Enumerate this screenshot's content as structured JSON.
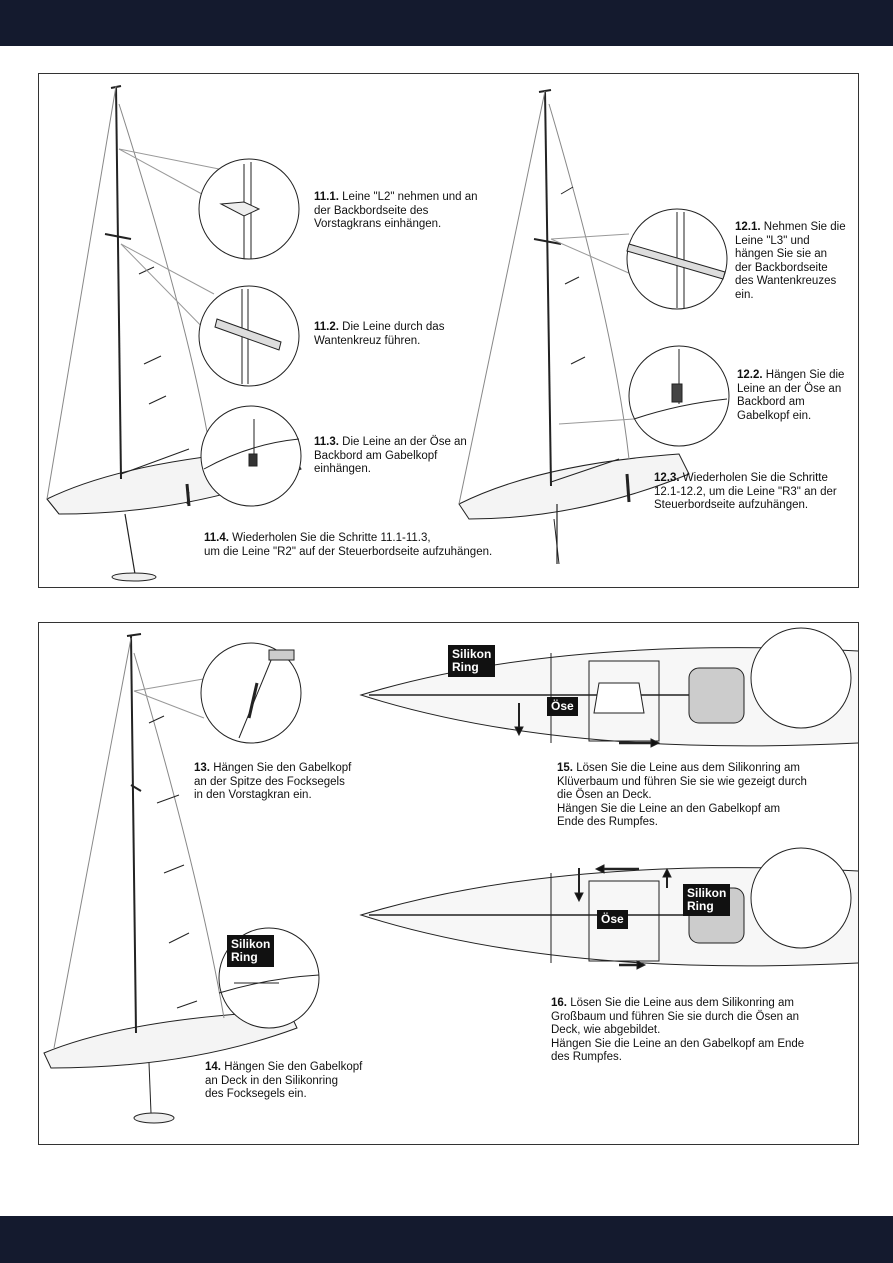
{
  "steps": {
    "s11_1": {
      "num": "11.1.",
      "text": "Leine \"L2\" nehmen und an\nder Backbordseite des\nVorstagkrans einhängen."
    },
    "s11_2": {
      "num": "11.2.",
      "text": "Die Leine durch das\nWantenkreuz führen."
    },
    "s11_3": {
      "num": "11.3.",
      "text": "Die Leine an der Öse an\nBackbord am Gabelkopf\neinhängen."
    },
    "s11_4": {
      "num": "11.4.",
      "text": "Wiederholen Sie die Schritte 11.1-11.3,\num die Leine \"R2\" auf der Steuerbordseite aufzuhängen."
    },
    "s12_1": {
      "num": "12.1.",
      "text": "Nehmen Sie die\nLeine \"L3\" und\nhängen Sie sie an\nder Backbordseite\ndes Wantenkreuzes\nein."
    },
    "s12_2": {
      "num": "12.2.",
      "text": "Hängen Sie die\nLeine an der Öse an\nBackbord am\nGabelkopf ein."
    },
    "s12_3": {
      "num": "12.3.",
      "text": "Wiederholen Sie die Schritte\n12.1-12.2, um die Leine \"R3\" an der\nSteuerbordseite aufzuhängen."
    },
    "s13": {
      "num": "13.",
      "text": "Hängen Sie den Gabelkopf\nan der Spitze des Focksegels\n in den Vorstagkran ein."
    },
    "s14": {
      "num": "14.",
      "text": "Hängen Sie den Gabelkopf\nan Deck in den Silikonring\ndes Focksegels ein."
    },
    "s15": {
      "num": "15.",
      "text": "Lösen Sie die Leine aus dem Silikonring am\nKlüverbaum und führen Sie sie wie gezeigt durch\ndie Ösen an Deck.\nHängen Sie die Leine an den Gabelkopf am\nEnde des Rumpfes."
    },
    "s16": {
      "num": "16.",
      "text": "Lösen Sie die Leine aus dem Silikonring am\nGroßbaum und führen Sie sie durch die Ösen an\nDeck, wie abgebildet.\nHängen Sie die Leine an den Gabelkopf am Ende\ndes Rumpfes."
    }
  },
  "labels": {
    "silikon_ring": "Silikon\nRing",
    "oese": "Öse"
  }
}
